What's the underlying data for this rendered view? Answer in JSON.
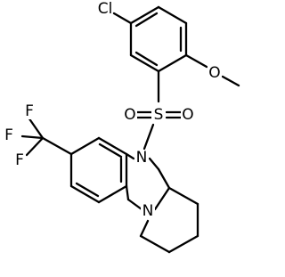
{
  "colors": {
    "background": "#ffffff",
    "ink": "#000000"
  },
  "atoms": {
    "cl": "Cl",
    "o_methoxy": "O",
    "s": "S",
    "o_sulfonyl_left": "O",
    "o_sulfonyl_right": "O",
    "n_sulfonamide": "N",
    "n_ring": "N",
    "f_top": "F",
    "f_left": "F",
    "f_bottom": "F"
  }
}
